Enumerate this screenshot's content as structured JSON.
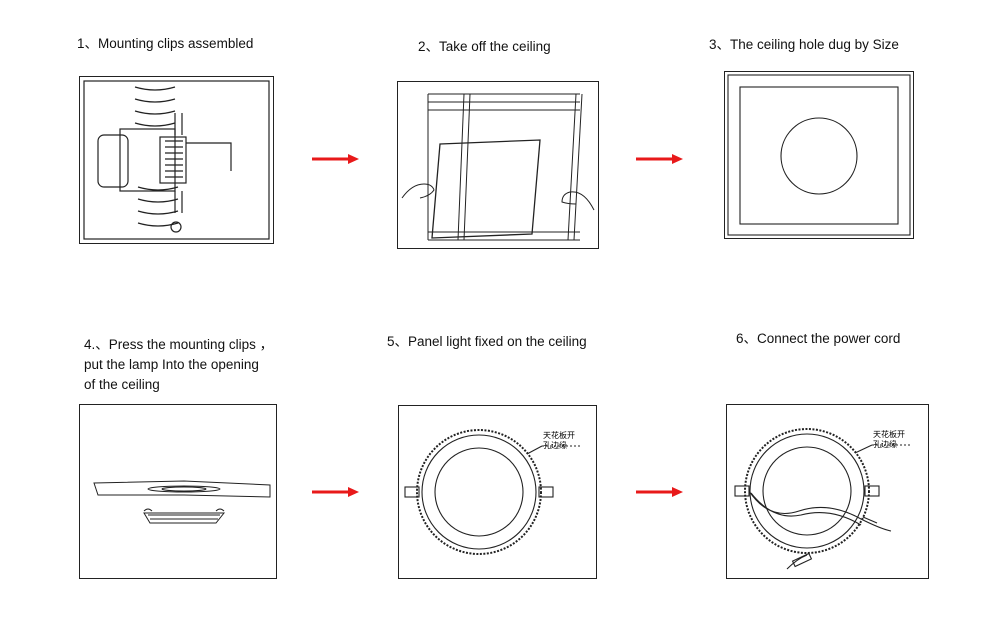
{
  "steps": [
    {
      "label": "1、Mounting clips assembled"
    },
    {
      "label": "2、Take off the ceiling"
    },
    {
      "label": "3、The ceiling hole dug by Size"
    },
    {
      "label_lines": [
        "4.、Press the mounting clips ，",
        "put the lamp Into the opening",
        "of the ceiling"
      ]
    },
    {
      "label": "5、Panel light fixed on the ceiling",
      "annotation": [
        "天花板开",
        "孔边缘"
      ]
    },
    {
      "label": "6、Connect the power cord",
      "annotation": [
        "天花板开",
        "孔边缘"
      ]
    }
  ],
  "colors": {
    "arrow": "#e8191a",
    "line": "#222222"
  }
}
